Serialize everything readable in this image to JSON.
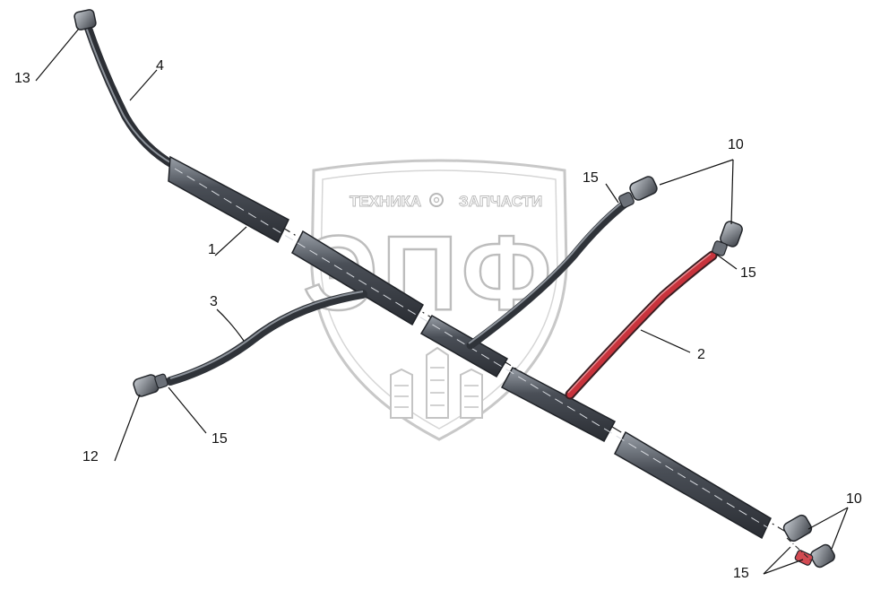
{
  "watermark": {
    "brand_left": "ТЕХНИКА",
    "brand_right": "ЗАПЧАСТИ",
    "logo_letters": "ЭПФ"
  },
  "callouts": {
    "c1": "1",
    "c2": "2",
    "c3": "3",
    "c4": "4",
    "c10_top": "10",
    "c10_bottom": "10",
    "c12": "12",
    "c13": "13",
    "c15_top": "15",
    "c15_right": "15",
    "c15_left": "15",
    "c15_bottom": "15"
  },
  "colors": {
    "hose": "#3b3f46",
    "hose_highlight": "#8a9099",
    "red_hose": "#c8333c",
    "watermark_stroke": "#c2c2c2",
    "label": "#111111"
  }
}
